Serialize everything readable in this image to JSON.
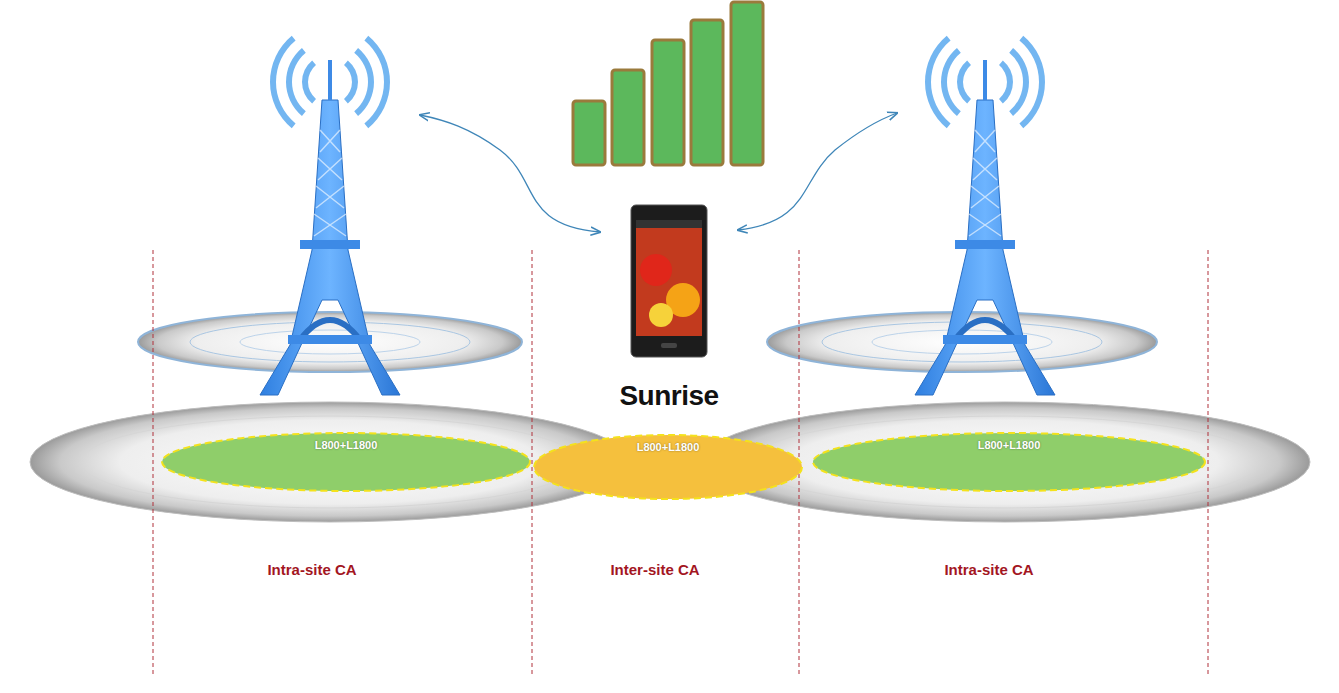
{
  "diagram": {
    "nodes": [
      {
        "text": [
          "Sunrise"
        ]
      },
      {
        "text": [
          "L800+L1800"
        ]
      },
      {
        "text": [
          "L800+L1800"
        ]
      },
      {
        "text": [
          "L800+L1800"
        ]
      }
    ],
    "labels": [
      "Intra-site CA",
      "Inter-site CA",
      "Intra-site CA"
    ]
  }
}
